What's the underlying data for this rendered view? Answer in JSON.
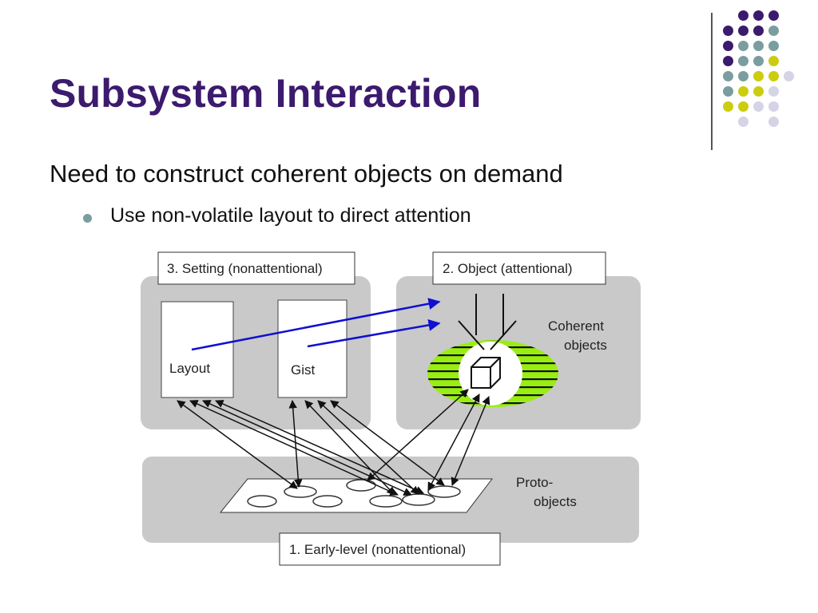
{
  "slide": {
    "title": "Subsystem Interaction",
    "bullet": "Need to construct coherent objects on demand",
    "sub_bullet": "Use non-volatile layout to direct attention"
  },
  "diagram": {
    "setting_label": "3. Setting (nonattentional)",
    "object_label": "2. Object (attentional)",
    "early_label": "1. Early-level (nonattentional)",
    "layout_label": "Layout",
    "gist_label": "Gist",
    "coherent_line1": "Coherent",
    "coherent_line2": "objects",
    "proto_line1": "Proto-",
    "proto_line2": "objects"
  },
  "colors": {
    "title": "#3c1a6e",
    "panel": "#c9c9c9",
    "attention_ring": "#99ee11",
    "arrow_blue": "#1010d0",
    "dot_purple": "#3c1a6e",
    "dot_teal": "#7a9e9f",
    "dot_yellow": "#cccc10",
    "dot_lavender": "#d4d4e6"
  }
}
